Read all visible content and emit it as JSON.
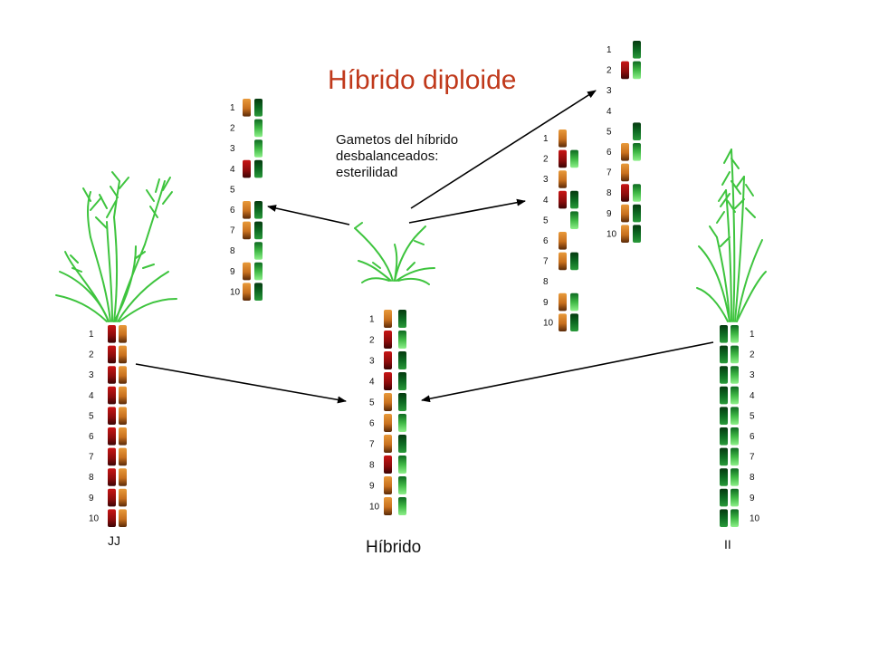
{
  "title": "Híbrido diploide",
  "note": {
    "line1": "Gametos del híbrido",
    "line2": "desbalanceados:",
    "line3": "esterilidad"
  },
  "labels": {
    "parent_jj": "JJ",
    "hybrid": "Híbrido",
    "parent_ii": "II"
  },
  "colors": {
    "title_red": "#c0391b",
    "genome_j_red": "#a01010",
    "genome_j_orange": "#d98a2b",
    "genome_i_dark_green": "#0a5a1a",
    "genome_i_light_green": "#4cc24c",
    "plant_green": "#3ec43e",
    "arrow": "#000000"
  },
  "chromosome_numbers": [
    "1",
    "2",
    "3",
    "4",
    "5",
    "6",
    "7",
    "8",
    "9",
    "10"
  ],
  "gamete_numbers_right_low": [
    "1",
    "2",
    "3",
    "4",
    "5",
    "6",
    "7",
    "8",
    "9",
    "10"
  ],
  "gamete_numbers_left": [
    "1",
    "2",
    "3",
    "4",
    "5",
    "6",
    "7",
    "8",
    "9",
    "10"
  ],
  "gamete_numbers_right_high": [
    "1",
    "2",
    "3",
    "4",
    "5",
    "6",
    "7",
    "8",
    "9",
    "10"
  ],
  "icons": {
    "plant_jj": "grass-plant-icon",
    "plant_ii": "tall-grass-plant-icon",
    "plant_hybrid": "small-hybrid-plant-icon"
  }
}
